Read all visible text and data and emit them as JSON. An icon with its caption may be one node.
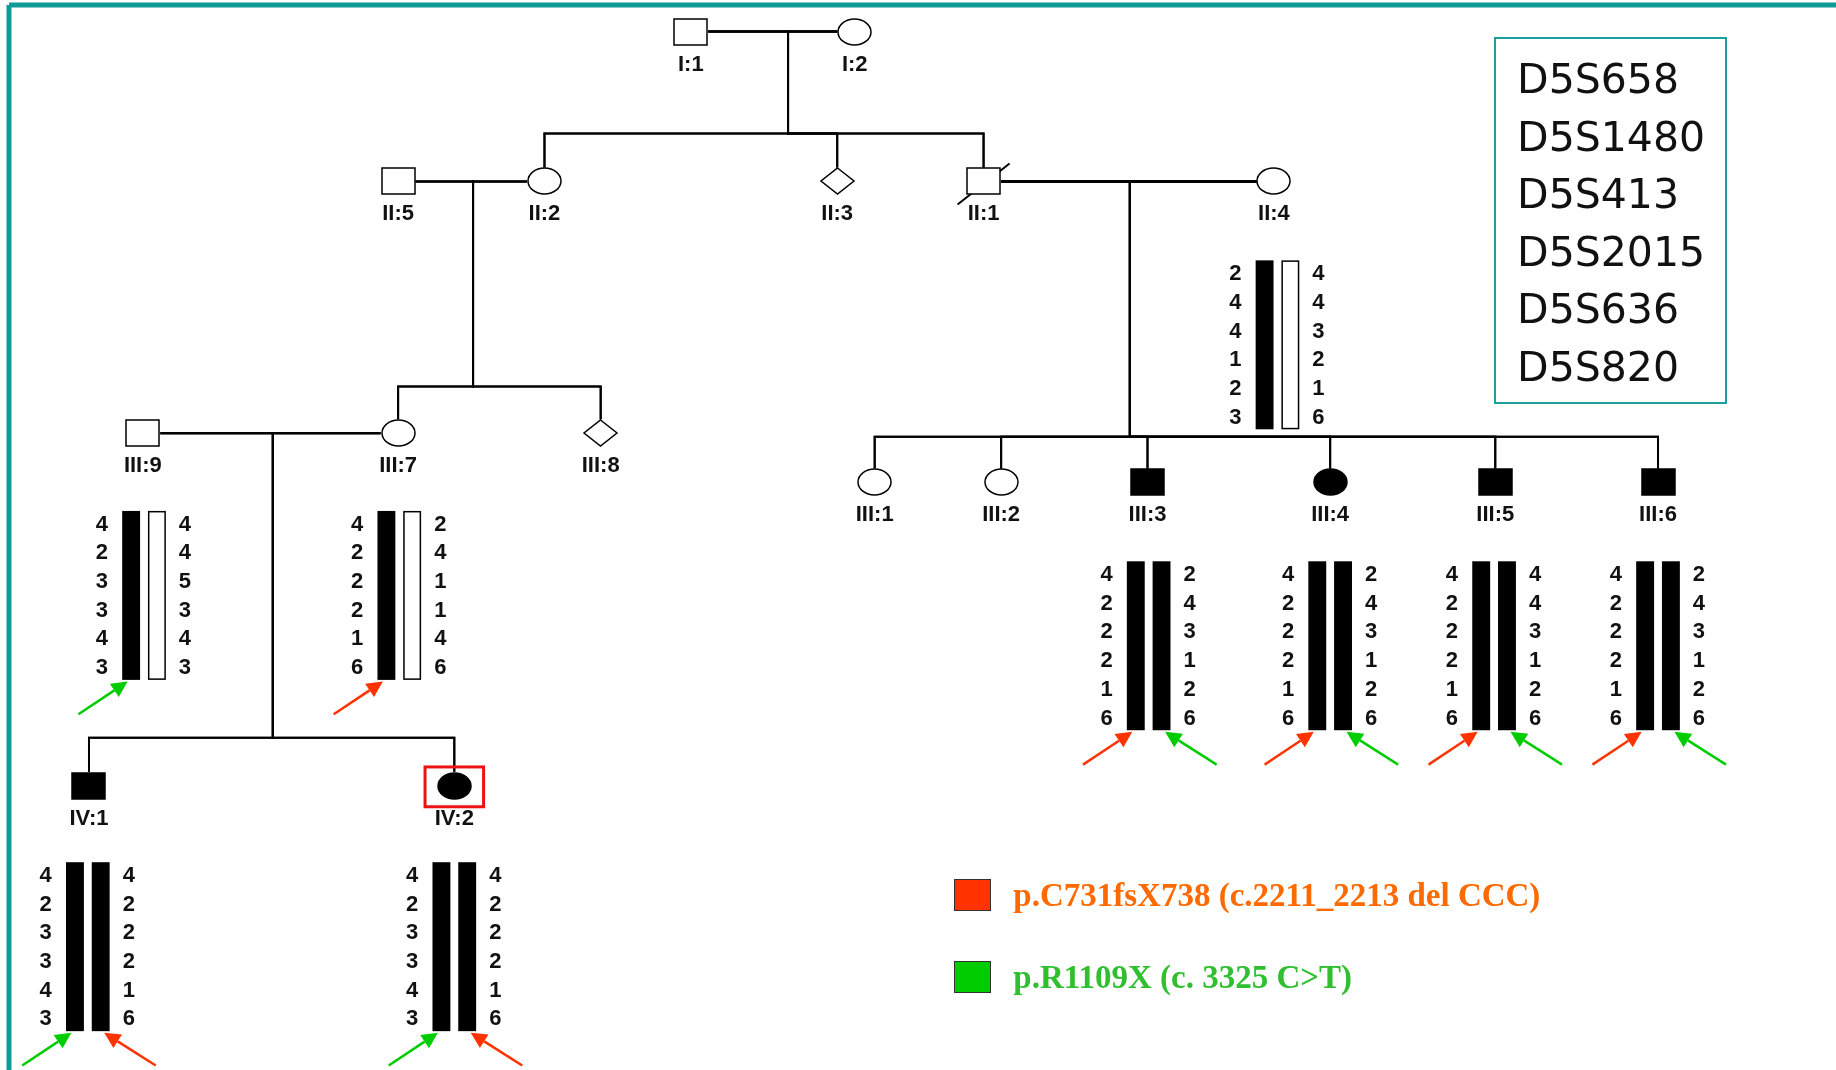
{
  "diagram": {
    "nodes": [
      {
        "text": [
          "I:1"
        ]
      },
      {
        "text": [
          "I:2"
        ]
      },
      {
        "text": [
          "II:5"
        ]
      },
      {
        "text": [
          "II:2"
        ]
      },
      {
        "text": [
          "II:3"
        ]
      },
      {
        "text": [
          "II:1"
        ]
      },
      {
        "text": [
          "II:4"
        ],
        "beside": [
          "2 4 4 1 2 3",
          "4 4 3 2 1 6"
        ]
      },
      {
        "text": [
          "III:9"
        ],
        "beside": [
          "4 2 3 3 4 3",
          "4 4 5 3 4 3"
        ]
      },
      {
        "text": [
          "III:7"
        ],
        "beside": [
          "4 2 2 2 1 6",
          "2 4 1 1 4 6"
        ]
      },
      {
        "text": [
          "III:8"
        ]
      },
      {
        "text": [
          "III:1"
        ]
      },
      {
        "text": [
          "III:2"
        ]
      },
      {
        "text": [
          "III:3"
        ],
        "beside": [
          "4 2 2 2 1 6",
          "2 4 3 1 2 6"
        ]
      },
      {
        "text": [
          "III:4"
        ],
        "beside": [
          "4 2 2 2 1 6",
          "2 4 3 1 2 6"
        ]
      },
      {
        "text": [
          "III:5"
        ],
        "beside": [
          "4 2 2 2 1 6",
          "4 4 3 1 2 6"
        ]
      },
      {
        "text": [
          "III:6"
        ],
        "beside": [
          "4 2 2 2 1 6",
          "2 4 3 1 2 6"
        ]
      },
      {
        "text": [
          "IV:1"
        ],
        "beside": [
          "4 2 3 3 4 3",
          "4 2 2 2 1 6"
        ]
      },
      {
        "text": [
          "IV:2"
        ],
        "beside": [
          "4 2 3 3 4 3",
          "4 2 2 2 1 6"
        ]
      },
      {
        "text": [
          "D5S658",
          "D5S1480",
          "D5S413",
          "D5S2015",
          "D5S636",
          "D5S820"
        ]
      }
    ],
    "edges": [
      {
        "from": 0,
        "to": 1,
        "arrow": "none"
      },
      {
        "from": 0,
        "to": 3,
        "arrow": "none"
      },
      {
        "from": 1,
        "to": 3,
        "arrow": "none"
      },
      {
        "from": 0,
        "to": 4,
        "arrow": "none"
      },
      {
        "from": 1,
        "to": 4,
        "arrow": "none"
      },
      {
        "from": 0,
        "to": 5,
        "arrow": "none"
      },
      {
        "from": 1,
        "to": 5,
        "arrow": "none"
      },
      {
        "from": 2,
        "to": 3,
        "arrow": "none"
      },
      {
        "from": 2,
        "to": 8,
        "arrow": "none"
      },
      {
        "from": 3,
        "to": 8,
        "arrow": "none"
      },
      {
        "from": 2,
        "to": 9,
        "arrow": "none"
      },
      {
        "from": 3,
        "to": 9,
        "arrow": "none"
      },
      {
        "from": 5,
        "to": 6,
        "arrow": "none"
      },
      {
        "from": 5,
        "to": 10,
        "arrow": "none"
      },
      {
        "from": 6,
        "to": 10,
        "arrow": "none"
      },
      {
        "from": 5,
        "to": 11,
        "arrow": "none"
      },
      {
        "from": 6,
        "to": 11,
        "arrow": "none"
      },
      {
        "from": 5,
        "to": 12,
        "arrow": "none"
      },
      {
        "from": 6,
        "to": 12,
        "arrow": "none"
      },
      {
        "from": 5,
        "to": 13,
        "arrow": "none"
      },
      {
        "from": 6,
        "to": 13,
        "arrow": "none"
      },
      {
        "from": 5,
        "to": 14,
        "arrow": "none"
      },
      {
        "from": 6,
        "to": 14,
        "arrow": "none"
      },
      {
        "from": 5,
        "to": 15,
        "arrow": "none"
      },
      {
        "from": 6,
        "to": 15,
        "arrow": "none"
      },
      {
        "from": 7,
        "to": 8,
        "arrow": "none"
      },
      {
        "from": 7,
        "to": 16,
        "arrow": "none"
      },
      {
        "from": 8,
        "to": 16,
        "arrow": "none"
      },
      {
        "from": 7,
        "to": 17,
        "arrow": "none"
      },
      {
        "from": 8,
        "to": 17,
        "arrow": "none"
      }
    ],
    "legend": [
      {
        "text": "p.C731fsX738 (c.2211_2213 del CCC)",
        "color": "#ff3300"
      },
      {
        "text": "p.R1109X (c. 3325 C>T)",
        "color": "#00cc00"
      }
    ]
  }
}
